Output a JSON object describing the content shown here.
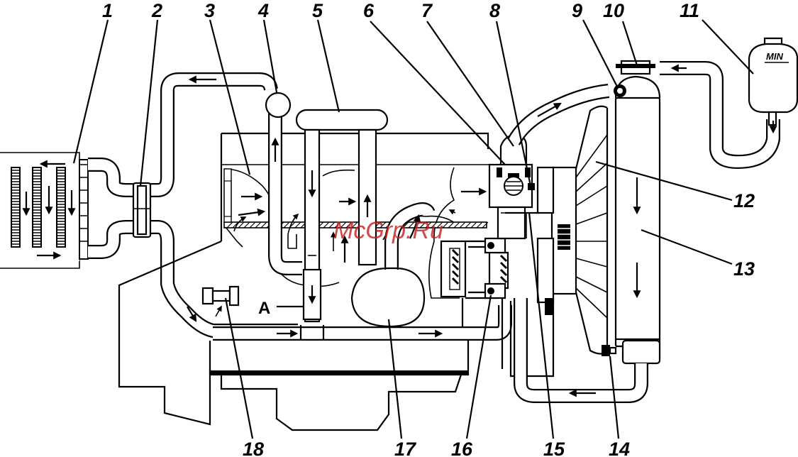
{
  "callouts": [
    {
      "id": "1",
      "text": "1"
    },
    {
      "id": "2",
      "text": "2"
    },
    {
      "id": "3",
      "text": "3"
    },
    {
      "id": "4",
      "text": "4"
    },
    {
      "id": "5",
      "text": "5"
    },
    {
      "id": "6",
      "text": "6"
    },
    {
      "id": "7",
      "text": "7"
    },
    {
      "id": "8",
      "text": "8"
    },
    {
      "id": "9",
      "text": "9"
    },
    {
      "id": "10",
      "text": "10"
    },
    {
      "id": "11",
      "text": "11"
    },
    {
      "id": "12",
      "text": "12"
    },
    {
      "id": "13",
      "text": "13"
    },
    {
      "id": "14",
      "text": "14"
    },
    {
      "id": "15",
      "text": "15"
    },
    {
      "id": "16",
      "text": "16"
    },
    {
      "id": "17",
      "text": "17"
    },
    {
      "id": "18",
      "text": "18"
    }
  ],
  "section_label": "A",
  "tank_marking": "MIN",
  "watermark": "McGrp.Ru",
  "colors": {
    "line": "#000000",
    "background": "#ffffff",
    "watermark": "#c62020"
  }
}
